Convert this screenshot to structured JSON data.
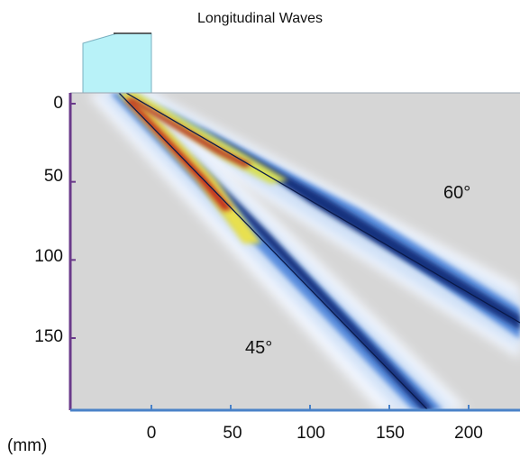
{
  "title": "Longitudinal Waves",
  "y_ticks": [
    "0",
    "50",
    "100",
    "150"
  ],
  "x_ticks": [
    "0",
    "50",
    "100",
    "150",
    "200"
  ],
  "unit": "(mm)",
  "angles": {
    "a60": "60°",
    "a45": "45°"
  },
  "colors": {
    "background": "#d6d6d6",
    "probe": "#b8f2f8",
    "axis_left": "#6a3a8a",
    "axis_bottom": "#4a82c8",
    "beam_core": "#0a1a4a",
    "beam_hot": "#c02a1a",
    "beam_warm": "#e8e050"
  },
  "chart_data": {
    "type": "diagram",
    "title": "Longitudinal Waves",
    "xlabel": "(mm)",
    "x_ticks": [
      0,
      50,
      100,
      150,
      200
    ],
    "y_ticks": [
      0,
      50,
      100,
      150
    ],
    "y_inverted": true,
    "beams": [
      {
        "name": "60°",
        "angle_deg": 60
      },
      {
        "name": "45°",
        "angle_deg": 45
      }
    ]
  }
}
